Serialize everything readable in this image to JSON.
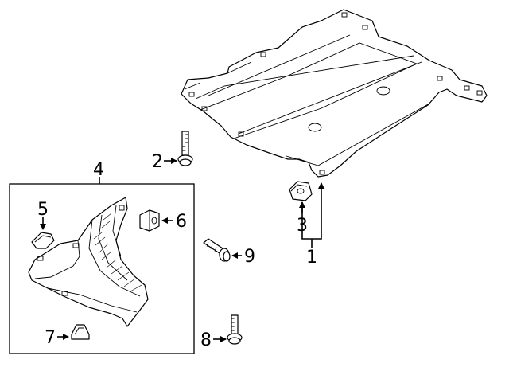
{
  "diagram": {
    "callouts": {
      "c1": "1",
      "c2": "2",
      "c3": "3",
      "c4": "4",
      "c5": "5",
      "c6": "6",
      "c7": "7",
      "c8": "8",
      "c9": "9"
    },
    "parts": [
      {
        "id": "1",
        "name": "splash-shield-main",
        "icon": "underbody-shield-panel"
      },
      {
        "id": "2",
        "name": "bolt",
        "icon": "bolt-icon"
      },
      {
        "id": "3",
        "name": "retainer",
        "icon": "retainer-clip-icon"
      },
      {
        "id": "4",
        "name": "splash-shield-assembly",
        "icon": "side-splash-shield"
      },
      {
        "id": "5",
        "name": "clip",
        "icon": "clip-icon"
      },
      {
        "id": "6",
        "name": "nut",
        "icon": "nut-icon"
      },
      {
        "id": "7",
        "name": "clip",
        "icon": "clip-icon"
      },
      {
        "id": "8",
        "name": "screw",
        "icon": "screw-icon"
      },
      {
        "id": "9",
        "name": "screw",
        "icon": "screw-icon"
      }
    ]
  }
}
